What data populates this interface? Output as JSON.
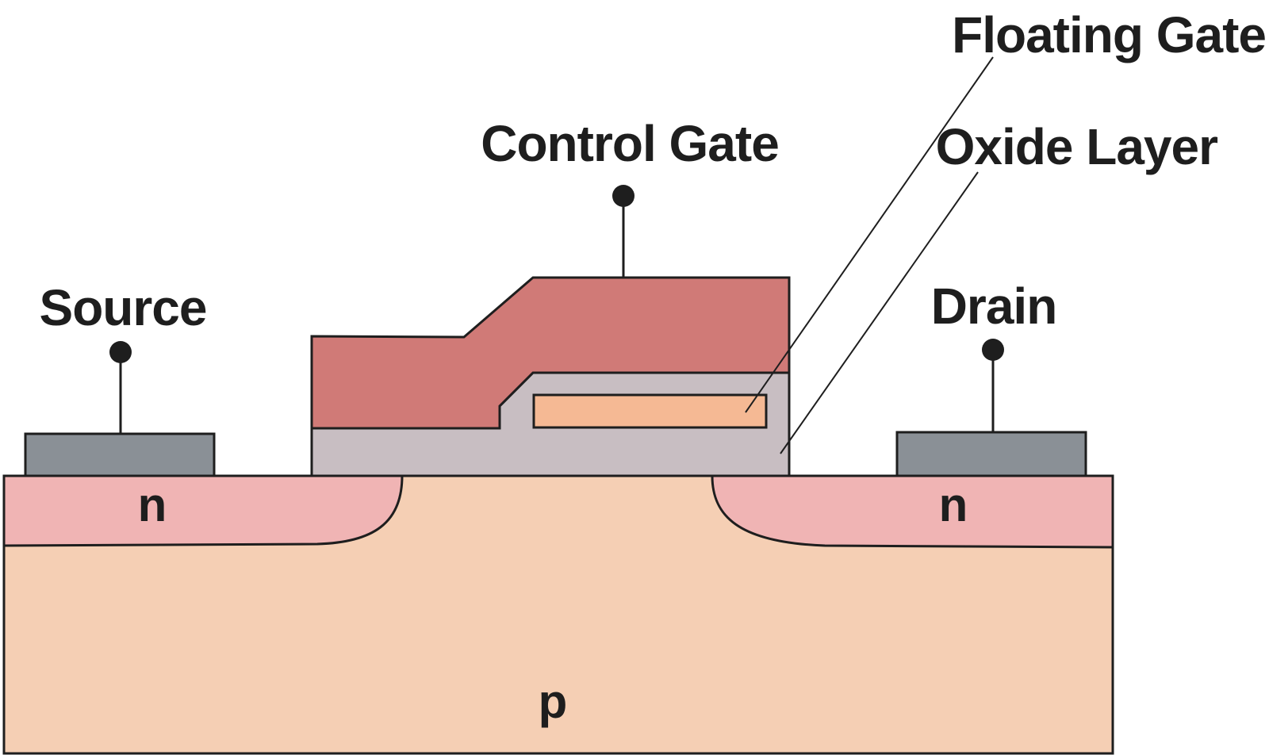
{
  "diagram": {
    "title": "Floating-gate transistor cross-section",
    "labels": {
      "control_gate": "Control Gate",
      "floating_gate": "Floating Gate",
      "oxide_layer": "Oxide Layer",
      "source": "Source",
      "drain": "Drain",
      "source_region": "n",
      "drain_region": "n",
      "substrate": "p"
    },
    "colors": {
      "substrate": "#f5cfb4",
      "n_region": "#f0b4b4",
      "control_gate": "#d07a77",
      "oxide": "#c8bec2",
      "floating_gate": "#f5b994",
      "contact": "#8a9096",
      "outline": "#1e1e1e"
    }
  }
}
